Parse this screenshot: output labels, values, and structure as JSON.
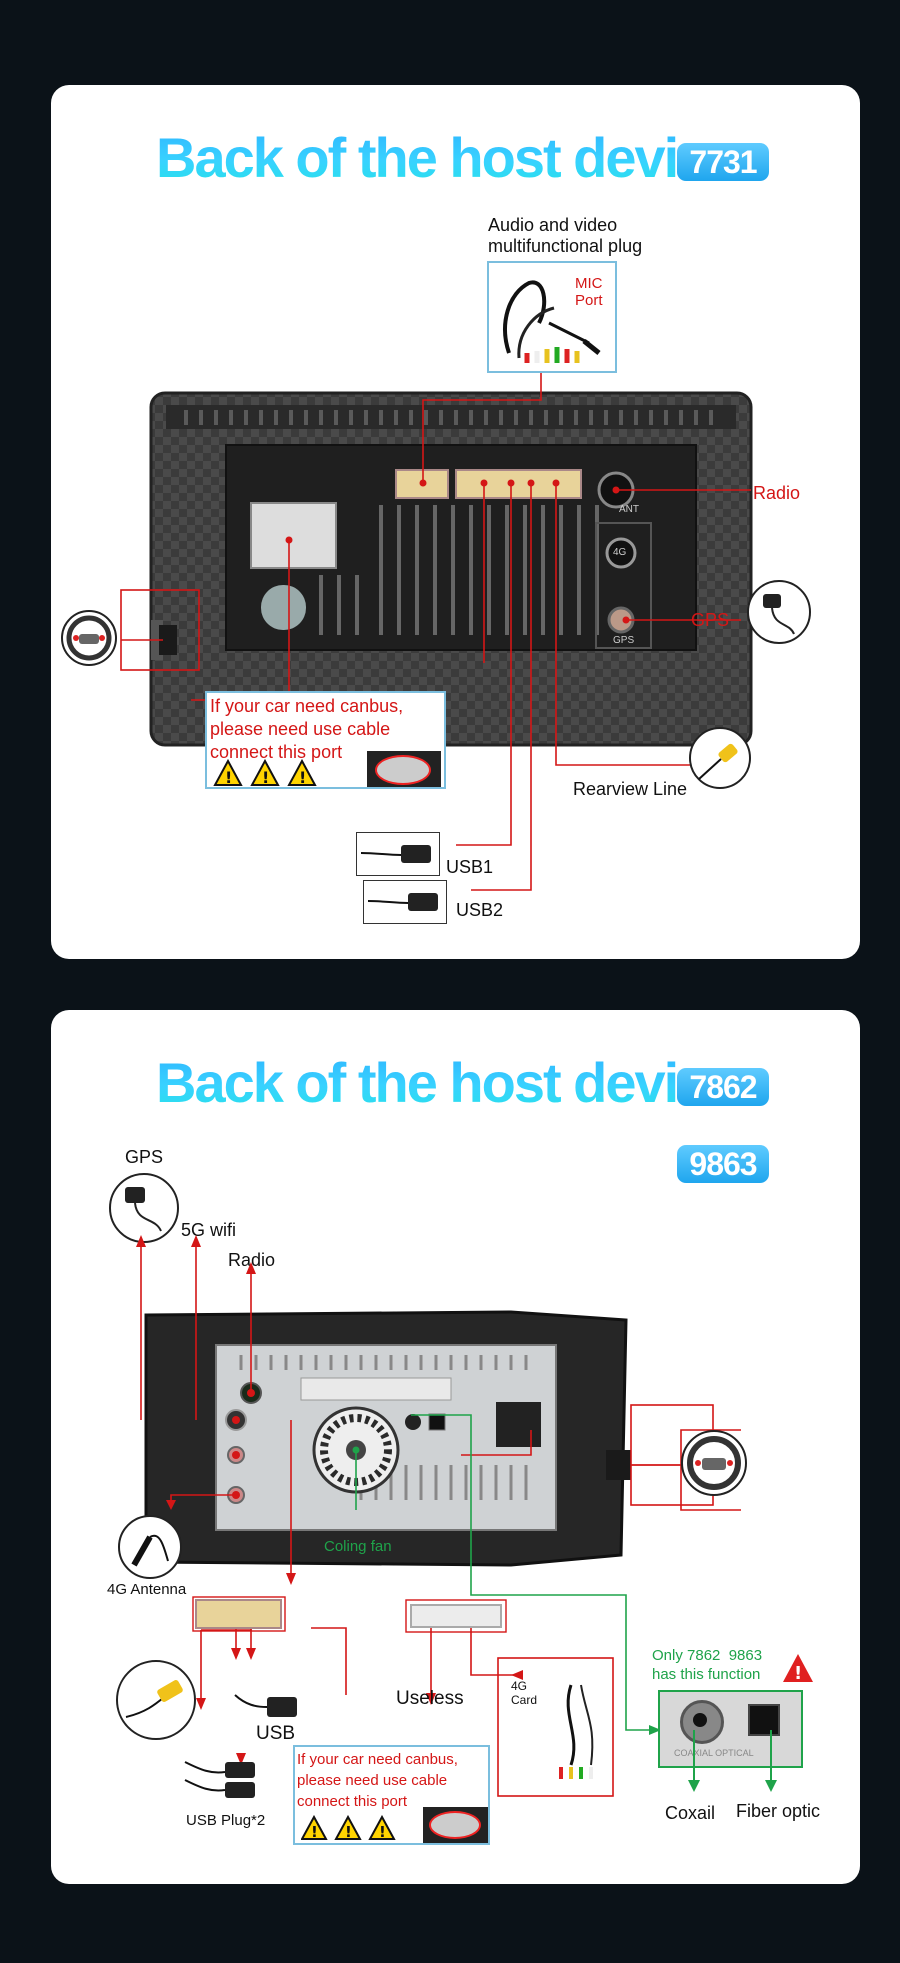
{
  "section1": {
    "title": "Back of the host device",
    "badge": "7731",
    "av_plug_label": "Audio and video\nmultifunctional plug",
    "mic_label": "MIC\nPort",
    "radio_label": "Radio",
    "gps_label": "GPS",
    "canbus_note": "If your car need canbus,\nplease need use cable\nconnect this port",
    "rearview_label": "Rearview Line",
    "usb1_label": "USB1",
    "usb2_label": "USB2",
    "device_text": {
      "ant": "ANT",
      "g4": "4G",
      "gps_port": "GPS"
    }
  },
  "section2": {
    "title": "Back of the host device",
    "badges": [
      "7862",
      "9863"
    ],
    "gps_label": "GPS",
    "wifi_label": "5G  wifi",
    "radio_label": "Radio",
    "antenna_label": "4G Antenna",
    "fan_label": "Coling fan",
    "usb_label": "USB",
    "usb_plug_label": "USB Plug*2",
    "useless_label": "Useless",
    "card_label": "4G\nCard",
    "canbus_note": "If your car need canbus,\nplease need use cable\nconnect this port",
    "only_note": "Only 7862  9863\nhas this function",
    "coaxial_label": "Coxail",
    "fiber_label": "Fiber optic",
    "optical_port_text": "COAXIAL  OPTICAL"
  },
  "colors": {
    "accent": "#2fb4ff",
    "callout_red": "#d41616",
    "callout_green": "#1fa34a",
    "note_box": "#7bbede"
  }
}
